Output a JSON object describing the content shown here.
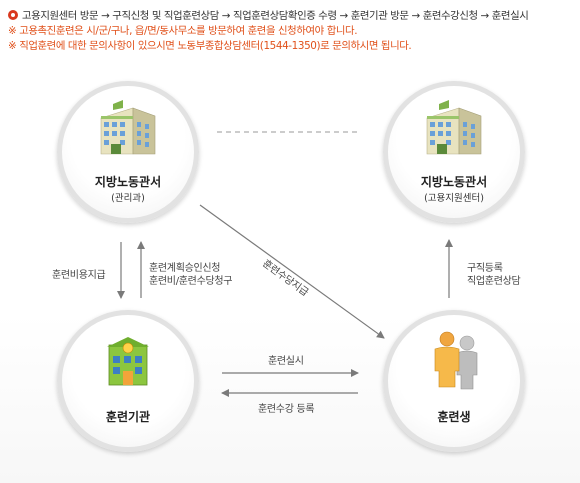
{
  "header": {
    "steps": "고용지원센터 방문 → 구직신청 및 직업훈련상담 → 직업훈련상담확인증 수령 → 훈련기관 방문 → 훈련수강신청 → 훈련실시",
    "notes": [
      "※ 고용촉진훈련은 시/군/구나, 읍/면/동사무소를 방문하여 훈련을 신청하여야 합니다.",
      "※ 직업훈련에 대한 문의사항이 있으시면 노동부종합상담센터(1544-1350)로 문의하시면 됩니다."
    ]
  },
  "nodes": {
    "local_office_left": {
      "title": "지방노동관서",
      "sub": "(관리과)",
      "icon": "office-building-icon"
    },
    "local_office_right": {
      "title": "지방노동관서",
      "sub": "(고용지원센터)",
      "icon": "office-building-icon"
    },
    "training_institution": {
      "title": "훈련기관",
      "icon": "school-building-icon"
    },
    "trainee": {
      "title": "훈련생",
      "icon": "people-icon"
    }
  },
  "edges": {
    "cost_payment": "훈련비용지급",
    "plan_approval": [
      "훈련계획승인신청",
      "훈련비/훈련수당청구"
    ],
    "allowance_payment": "훈련수당지급",
    "job_registration": [
      "구직등록",
      "직업훈련상담"
    ],
    "training_conduct": "훈련실시",
    "course_registration": "훈련수강 등록"
  },
  "colors": {
    "arrow": "#7a7a7a",
    "note": "#e0501a",
    "bullet": "#d9381e"
  }
}
